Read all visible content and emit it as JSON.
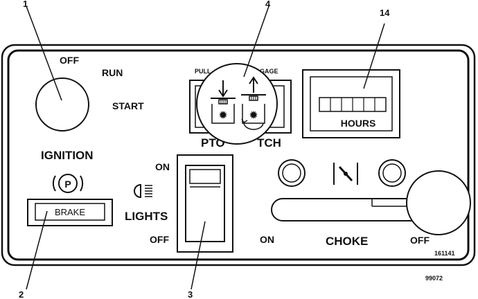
{
  "callouts": {
    "ignition": "1",
    "brake": "2",
    "lights_switch": "3",
    "pto_switch": "4",
    "hour_meter": "14"
  },
  "ignition": {
    "off": "OFF",
    "run": "RUN",
    "start": "START",
    "title": "IGNITION"
  },
  "brake": {
    "label": "BRAKE",
    "symbol": "P"
  },
  "pto": {
    "pull": "PULL",
    "engage": "GAGE",
    "title_left": "PTO",
    "title_right": "TCH"
  },
  "hours": {
    "label": "HOURS",
    "digits": 6
  },
  "lights": {
    "on": "ON",
    "off": "OFF",
    "title": "LIGHTS"
  },
  "choke": {
    "on": "ON",
    "off": "OFF",
    "title": "CHOKE"
  },
  "codes": {
    "panel": "161141",
    "figure": "99072"
  }
}
